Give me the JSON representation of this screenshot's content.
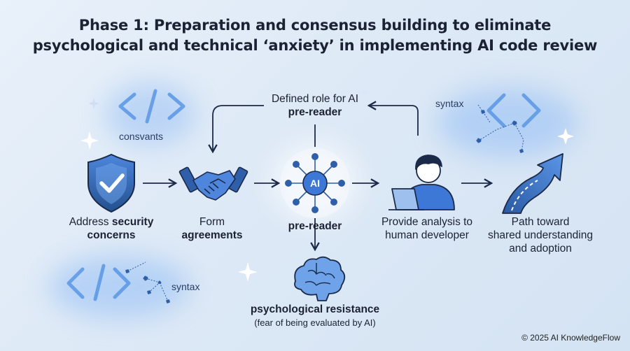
{
  "title": {
    "line1": "Phase 1: Preparation and consensus building to eliminate",
    "line2": "psychological and technical ‘anxiety’ in implementing AI code review"
  },
  "top_node": {
    "line1": "Defined role for AI",
    "line2": "pre-reader"
  },
  "nodes": {
    "security": {
      "line1_pre": "Address ",
      "line1_bold": "security",
      "line2": "concerns",
      "icon": "shield-check-icon"
    },
    "agreements": {
      "line1": "Form",
      "line2": "agreements",
      "icon": "handshake-icon"
    },
    "ai": {
      "badge": "AI",
      "label": "pre-reader",
      "icon": "ai-network-icon"
    },
    "developer": {
      "line1": "Provide analysis to",
      "line2": "human developer",
      "icon": "developer-laptop-icon"
    },
    "path": {
      "line1": "Path toward",
      "line2": "shared understanding",
      "line3": "and adoption",
      "icon": "path-arrow-icon"
    }
  },
  "bottom_node": {
    "line1": "psychological resistance",
    "line2": "(fear of being evaluated by AI)",
    "icon": "brain-icon"
  },
  "decor": {
    "label_left_top": "consvants",
    "label_right_top": "syntax",
    "label_left_bottom": "syntax"
  },
  "footer": "© 2025 AI KnowledgeFlow",
  "colors": {
    "primary": "#2f5fa8",
    "accent": "#3d78d6",
    "dark": "#1c2a4a",
    "glow": "#8fb8f0"
  }
}
